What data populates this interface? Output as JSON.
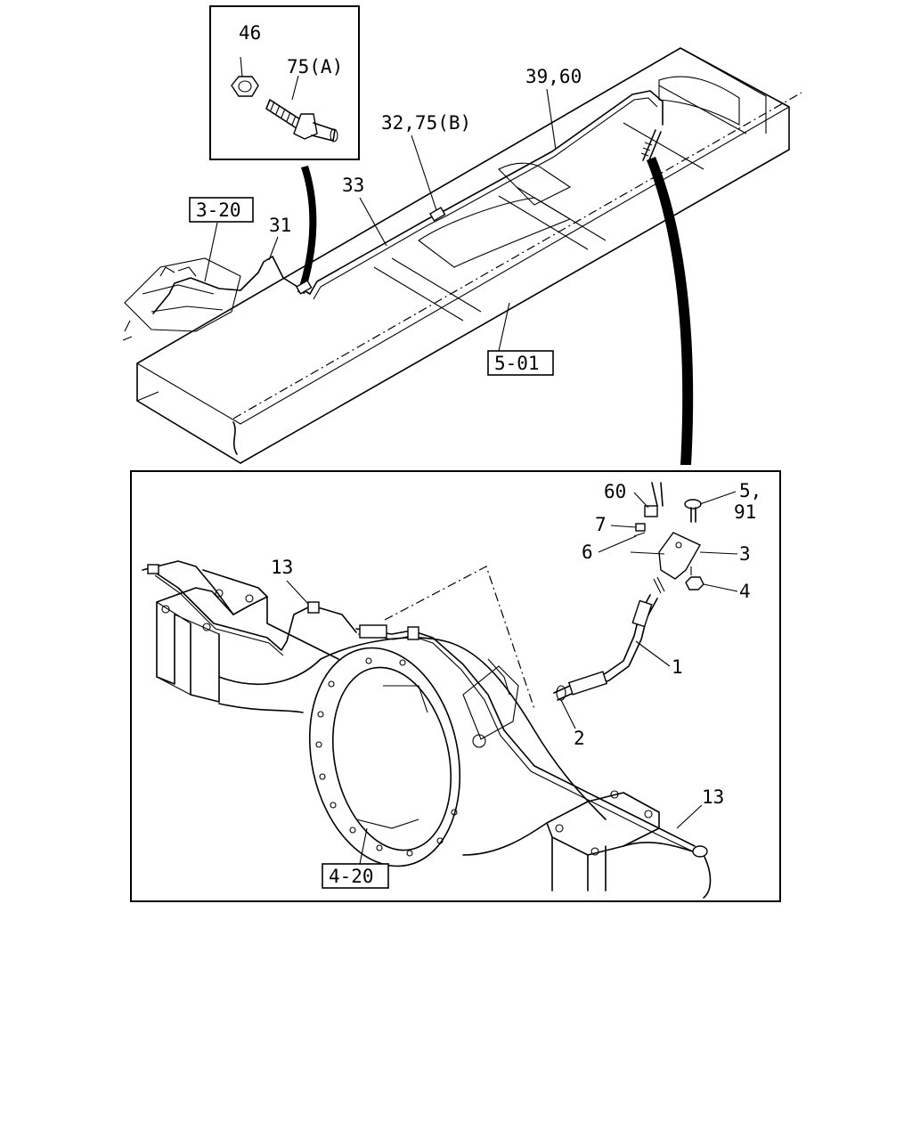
{
  "labels": {
    "inset": {
      "nut": "46",
      "fitting": "75(A)"
    },
    "upper": {
      "pipe_39_60": "39,60",
      "fitting_32_75b": "32,75(B)",
      "pipe_33": "33",
      "pipe_31": "31",
      "ref_3_20": "3-20",
      "ref_5_01": "5-01"
    },
    "lower": {
      "fitting_60": "60",
      "clip_7": "7",
      "clip_6": "6",
      "bolt_5": "5,",
      "bolt_91": "91",
      "bracket_3": "3",
      "nut_4": "4",
      "hose_1": "1",
      "washer_2": "2",
      "pipe_13_left": "13",
      "pipe_13_right": "13",
      "ref_4_20": "4-20"
    }
  },
  "colors": {
    "ink": "#000000",
    "paper": "#ffffff"
  }
}
